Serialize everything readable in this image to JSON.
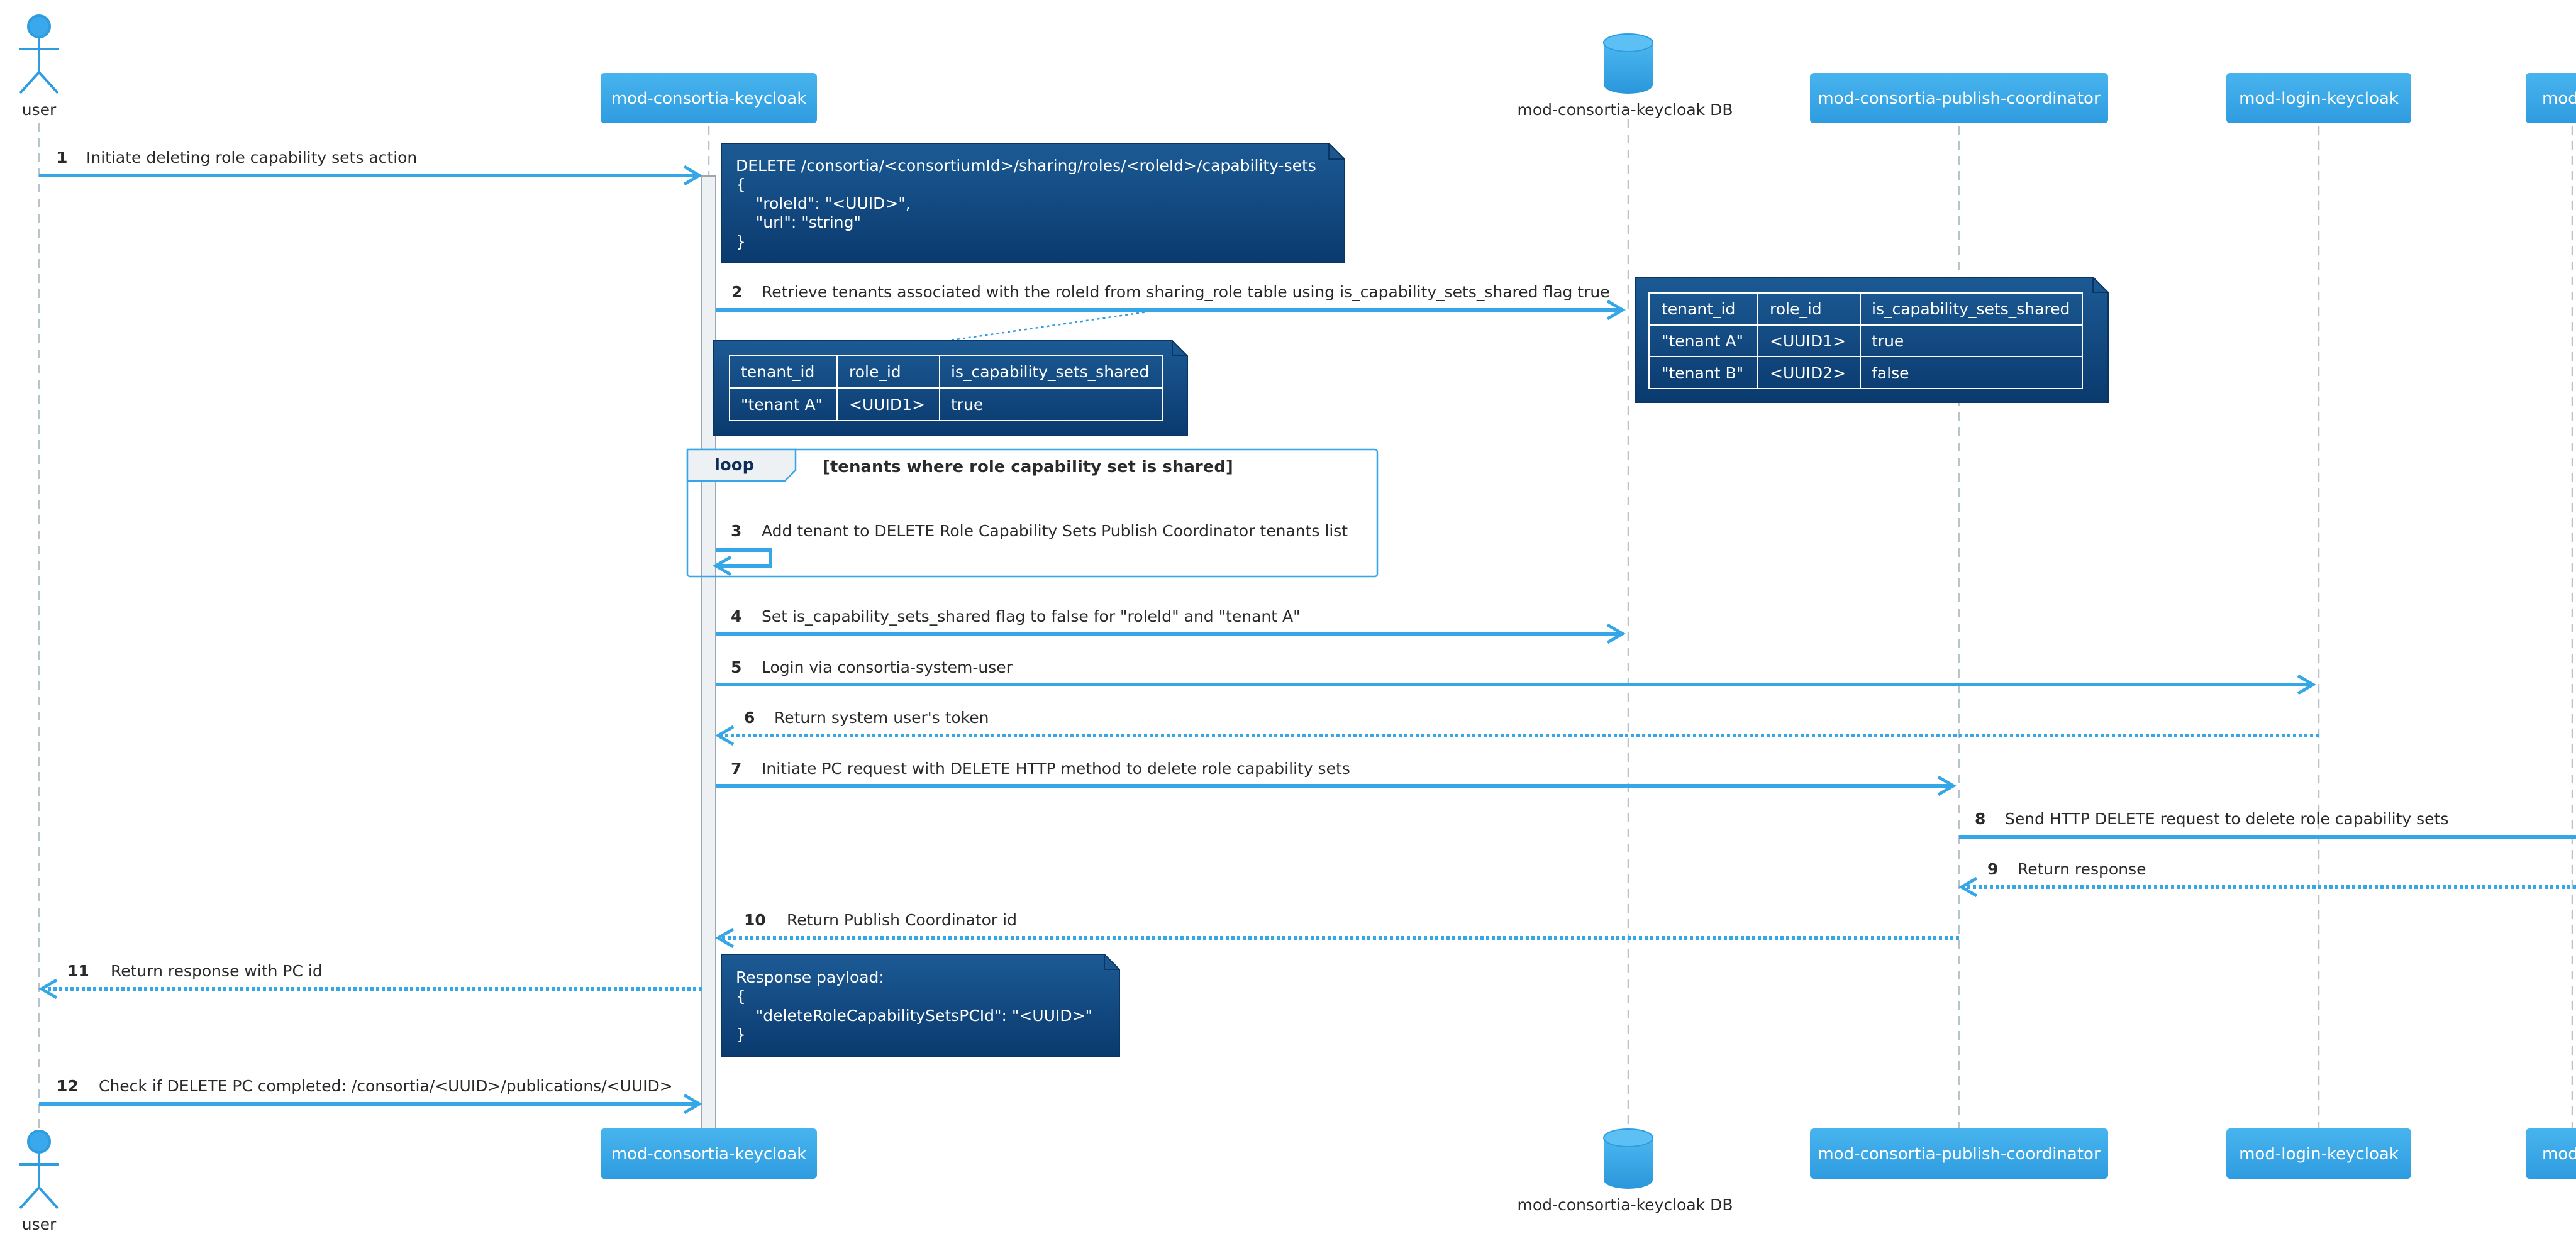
{
  "colors": {
    "accent": "#35A6E6",
    "participant_fill_top": "#48B4EE",
    "participant_fill_bottom": "#2E9CE0",
    "note_fill_top": "#1C5A94",
    "note_fill_bottom": "#0A3A6E",
    "lifeline": "#b8c4cc",
    "activation_fill": "#EEF1F4",
    "text_dark": "#2a2a2a",
    "loop_header_fill": "#EEF1F4",
    "loop_label": "#0d2f57"
  },
  "participants": [
    {
      "id": "user",
      "label": "user",
      "kind": "actor"
    },
    {
      "id": "keycloak",
      "label": "mod-consortia-keycloak",
      "kind": "participant"
    },
    {
      "id": "db",
      "label": "mod-consortia-keycloak DB",
      "kind": "database"
    },
    {
      "id": "pc",
      "label": "mod-consortia-publish-coordinator",
      "kind": "participant"
    },
    {
      "id": "login",
      "label": "mod-login-keycloak",
      "kind": "participant"
    },
    {
      "id": "extra",
      "label": "mod",
      "kind": "participant"
    }
  ],
  "messages": [
    {
      "num": "1",
      "text": "Initiate deleting role capability sets action",
      "from": "user",
      "to": "keycloak",
      "style": "solid"
    },
    {
      "num": "2",
      "text": "Retrieve tenants associated with the roleId from sharing_role table using is_capability_sets_shared flag true",
      "from": "keycloak",
      "to": "db",
      "style": "solid"
    },
    {
      "num": "3",
      "text": "Add tenant to DELETE Role Capability Sets Publish Coordinator tenants list",
      "from": "keycloak",
      "to": "keycloak",
      "style": "self"
    },
    {
      "num": "4",
      "text": "Set is_capability_sets_shared flag to false for \"roleId\" and \"tenant A\"",
      "from": "keycloak",
      "to": "db",
      "style": "solid"
    },
    {
      "num": "5",
      "text": "Login via consortia-system-user",
      "from": "keycloak",
      "to": "login",
      "style": "solid"
    },
    {
      "num": "6",
      "text": "Return system user's token",
      "from": "login",
      "to": "keycloak",
      "style": "dotted"
    },
    {
      "num": "7",
      "text": "Initiate PC request with DELETE HTTP method to delete role capability sets",
      "from": "keycloak",
      "to": "pc",
      "style": "solid"
    },
    {
      "num": "8",
      "text": "Send HTTP DELETE request to delete role capability sets",
      "from": "pc",
      "to": "offscreen",
      "style": "solid"
    },
    {
      "num": "9",
      "text": "Return response",
      "from": "offscreen",
      "to": "pc",
      "style": "dotted"
    },
    {
      "num": "10",
      "text": "Return Publish Coordinator id",
      "from": "pc",
      "to": "keycloak",
      "style": "dotted"
    },
    {
      "num": "11",
      "text": "Return response with PC id",
      "from": "keycloak",
      "to": "user",
      "style": "dotted"
    },
    {
      "num": "12",
      "text": "Check if DELETE PC completed: /consortia/<UUID>/publications/<UUID>",
      "from": "user",
      "to": "keycloak",
      "style": "solid"
    }
  ],
  "notes": {
    "request": {
      "lines": [
        "DELETE /consortia/<consortiumId>/sharing/roles/<roleId>/capability-sets",
        "{",
        "    \"roleId\": \"<UUID>\",",
        "    \"url\": \"string\"",
        "}"
      ]
    },
    "response": {
      "lines": [
        "Response payload:",
        "{",
        "    \"deleteRoleCapabilitySetsPCId\": \"<UUID>\"",
        "}"
      ]
    },
    "db_table": {
      "headers": [
        "tenant_id",
        "role_id",
        "is_capability_sets_shared"
      ],
      "rows": [
        [
          "\"tenant A\"",
          "<UUID1>",
          "true"
        ],
        [
          "\"tenant B\"",
          "<UUID2>",
          "false"
        ]
      ]
    },
    "result_table": {
      "headers": [
        "tenant_id",
        "role_id",
        "is_capability_sets_shared"
      ],
      "rows": [
        [
          "\"tenant A\"",
          "<UUID1>",
          "true"
        ]
      ]
    }
  },
  "loop": {
    "keyword": "loop",
    "condition": "[tenants where role capability set is shared]"
  }
}
